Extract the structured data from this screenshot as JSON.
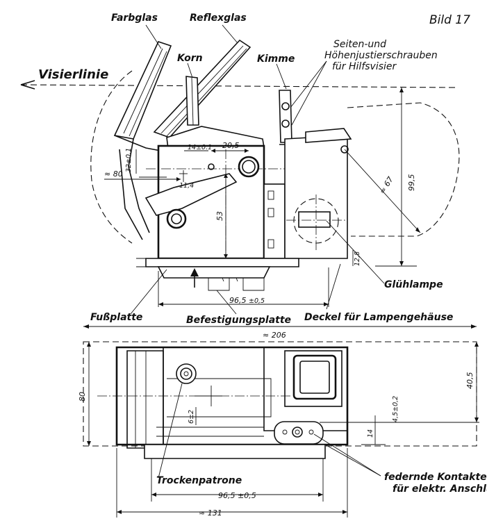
{
  "figure": {
    "number": "Bild 17"
  },
  "labels": {
    "farbglas": "Farbglas",
    "reflexglas": "Reflexglas",
    "korn": "Korn",
    "kimme": "Kimme",
    "visierlinie": "Visierlinie",
    "justier_1": "Seiten-und",
    "justier_2": "Höhenjustierschrauben",
    "justier_3": "für Hilfsvisier",
    "gluehlampe": "Glühlampe",
    "fussplatte": "Fußplatte",
    "befestigungsplatte": "Befestigungsplatte",
    "deckel": "Deckel für Lampengehäuse",
    "trockenpatrone": "Trockenpatrone",
    "kontakte_1": "federnde Kontakte",
    "kontakte_2": "für elektr. Anschluß"
  },
  "dimensions": {
    "d_80_top": "≈ 80",
    "d_32": "32±0.1",
    "d_14_1": "14±0.1",
    "d_20_5": "20,5",
    "d_11_4": "11,4",
    "d_53": "53",
    "d_99_5": "99,5",
    "d_r67": "≈ 67",
    "d_96_5": "96,5",
    "d_96_5_tol": "±0,5",
    "d_206": "≈ 206",
    "d_12_8": "12,8",
    "d_80_side": "80",
    "d_40_5": "40,5",
    "d_6_12": "6±2",
    "d_14_b": "14",
    "d_4_5": "4,5±0,2",
    "d_96_5_b": "96,5 ±0,5",
    "d_131": "≈ 131"
  }
}
